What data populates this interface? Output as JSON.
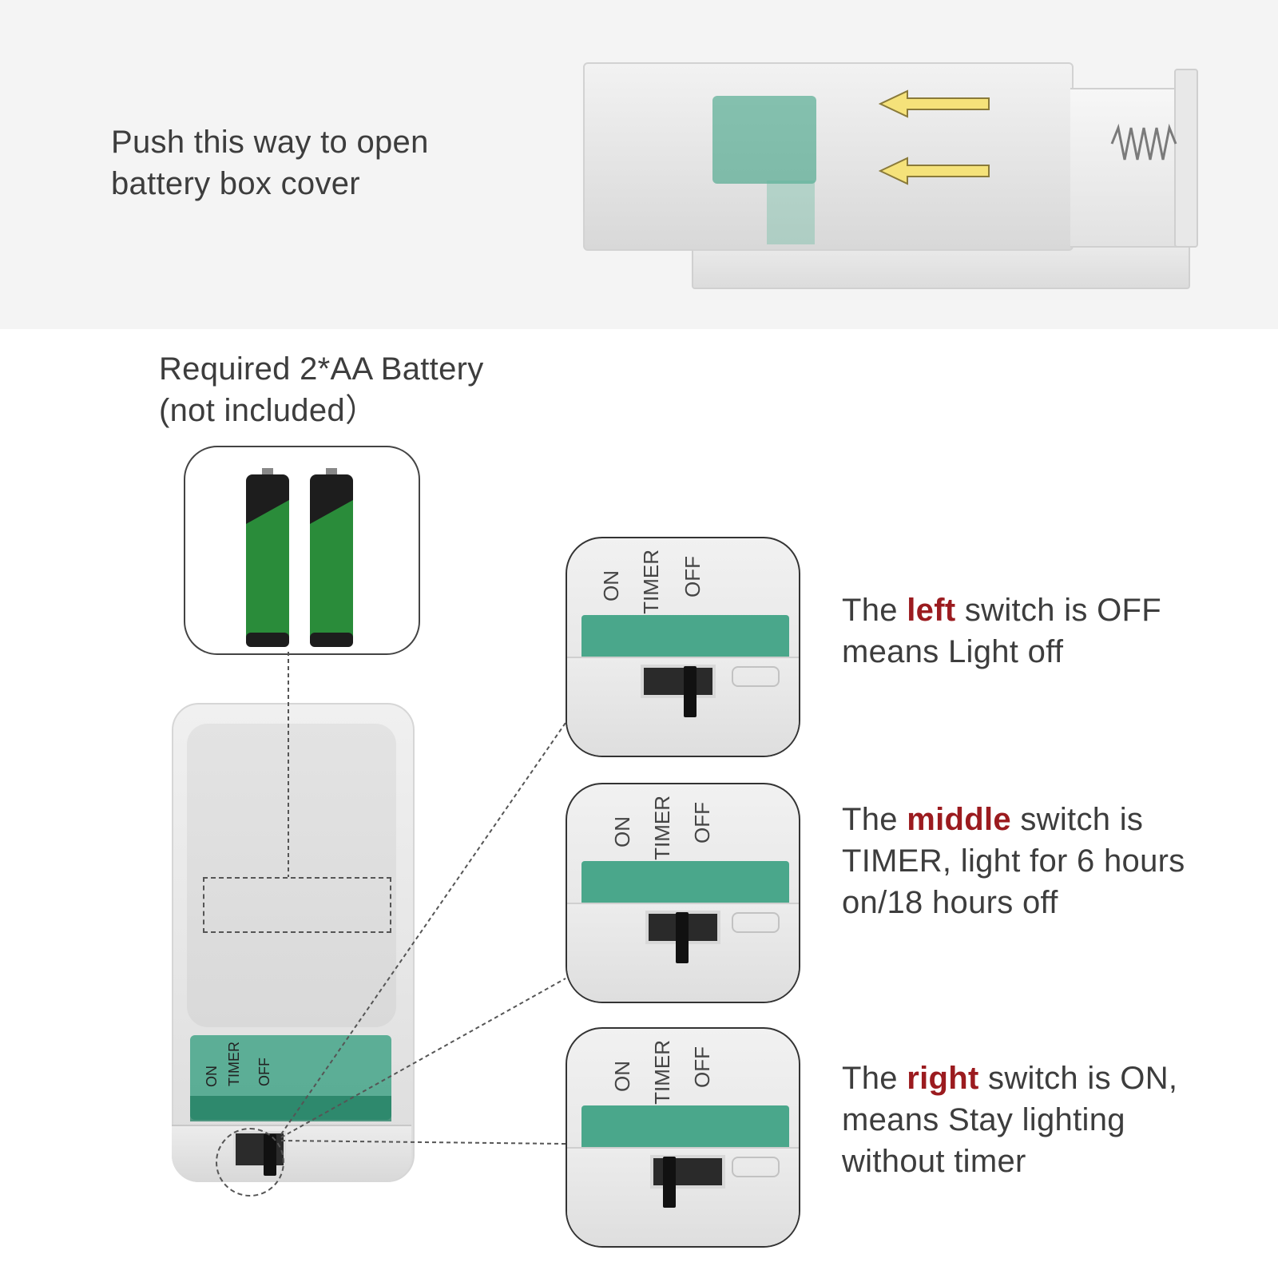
{
  "top_caption": {
    "line1": "Push this way to open",
    "line2": "battery box cover"
  },
  "battery_caption": {
    "line1": "Required 2*AA Battery",
    "line2": "(not included）"
  },
  "box_labels": {
    "on": "ON",
    "timer": "TIMER",
    "off": "OFF"
  },
  "switch_states": [
    {
      "line1_pre": "The ",
      "line1_highlight": "left",
      "line1_post": " switch is OFF",
      "line2": "means Light off",
      "line3": ""
    },
    {
      "line1_pre": "The ",
      "line1_highlight": "middle",
      "line1_post": " switch is",
      "line2": "TIMER, light for 6 hours",
      "line3": "on/18 hours off"
    },
    {
      "line1_pre": "The ",
      "line1_highlight": "right",
      "line1_post": " switch is ON,",
      "line2": "means Stay lighting",
      "line3": "without timer"
    }
  ],
  "colors": {
    "highlight": "#9b1b1f",
    "text": "#3d3d3d",
    "pcb_green": "#2e9b7a",
    "battery_green": "#2a8c3a",
    "arrow_yellow": "#f5e27a"
  },
  "icons": [
    "arrow-left-icon",
    "aa-battery-icon",
    "spring-icon",
    "slide-switch-icon"
  ]
}
